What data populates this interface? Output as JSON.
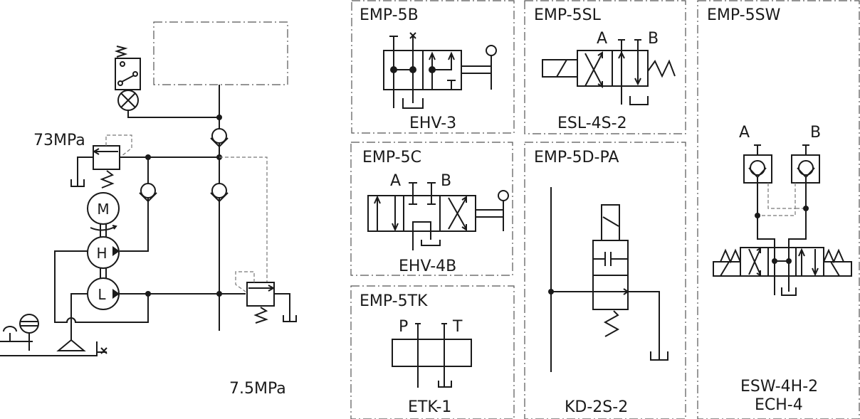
{
  "circuit": {
    "relief_high_label": "73MPa",
    "relief_low_label": "7.5MPa",
    "motor_label": "M",
    "pump_high_label": "H",
    "pump_low_label": "L"
  },
  "panels": [
    {
      "title": "EMP-5B",
      "model": "EHV-3"
    },
    {
      "title": "EMP-5SL",
      "model": "ESL-4S-2",
      "ports": [
        "A",
        "B"
      ]
    },
    {
      "title": "EMP-5C",
      "model": "EHV-4B",
      "ports": [
        "A",
        "B"
      ]
    },
    {
      "title": "EMP-5D-PA",
      "model": "KD-2S-2"
    },
    {
      "title": "EMP-5TK",
      "model": "ETK-1",
      "ports": [
        "P",
        "T"
      ]
    },
    {
      "title": "EMP-5SW",
      "model": "ESW-4H-2",
      "model2": "ECH-4",
      "ports": [
        "A",
        "B"
      ]
    }
  ]
}
